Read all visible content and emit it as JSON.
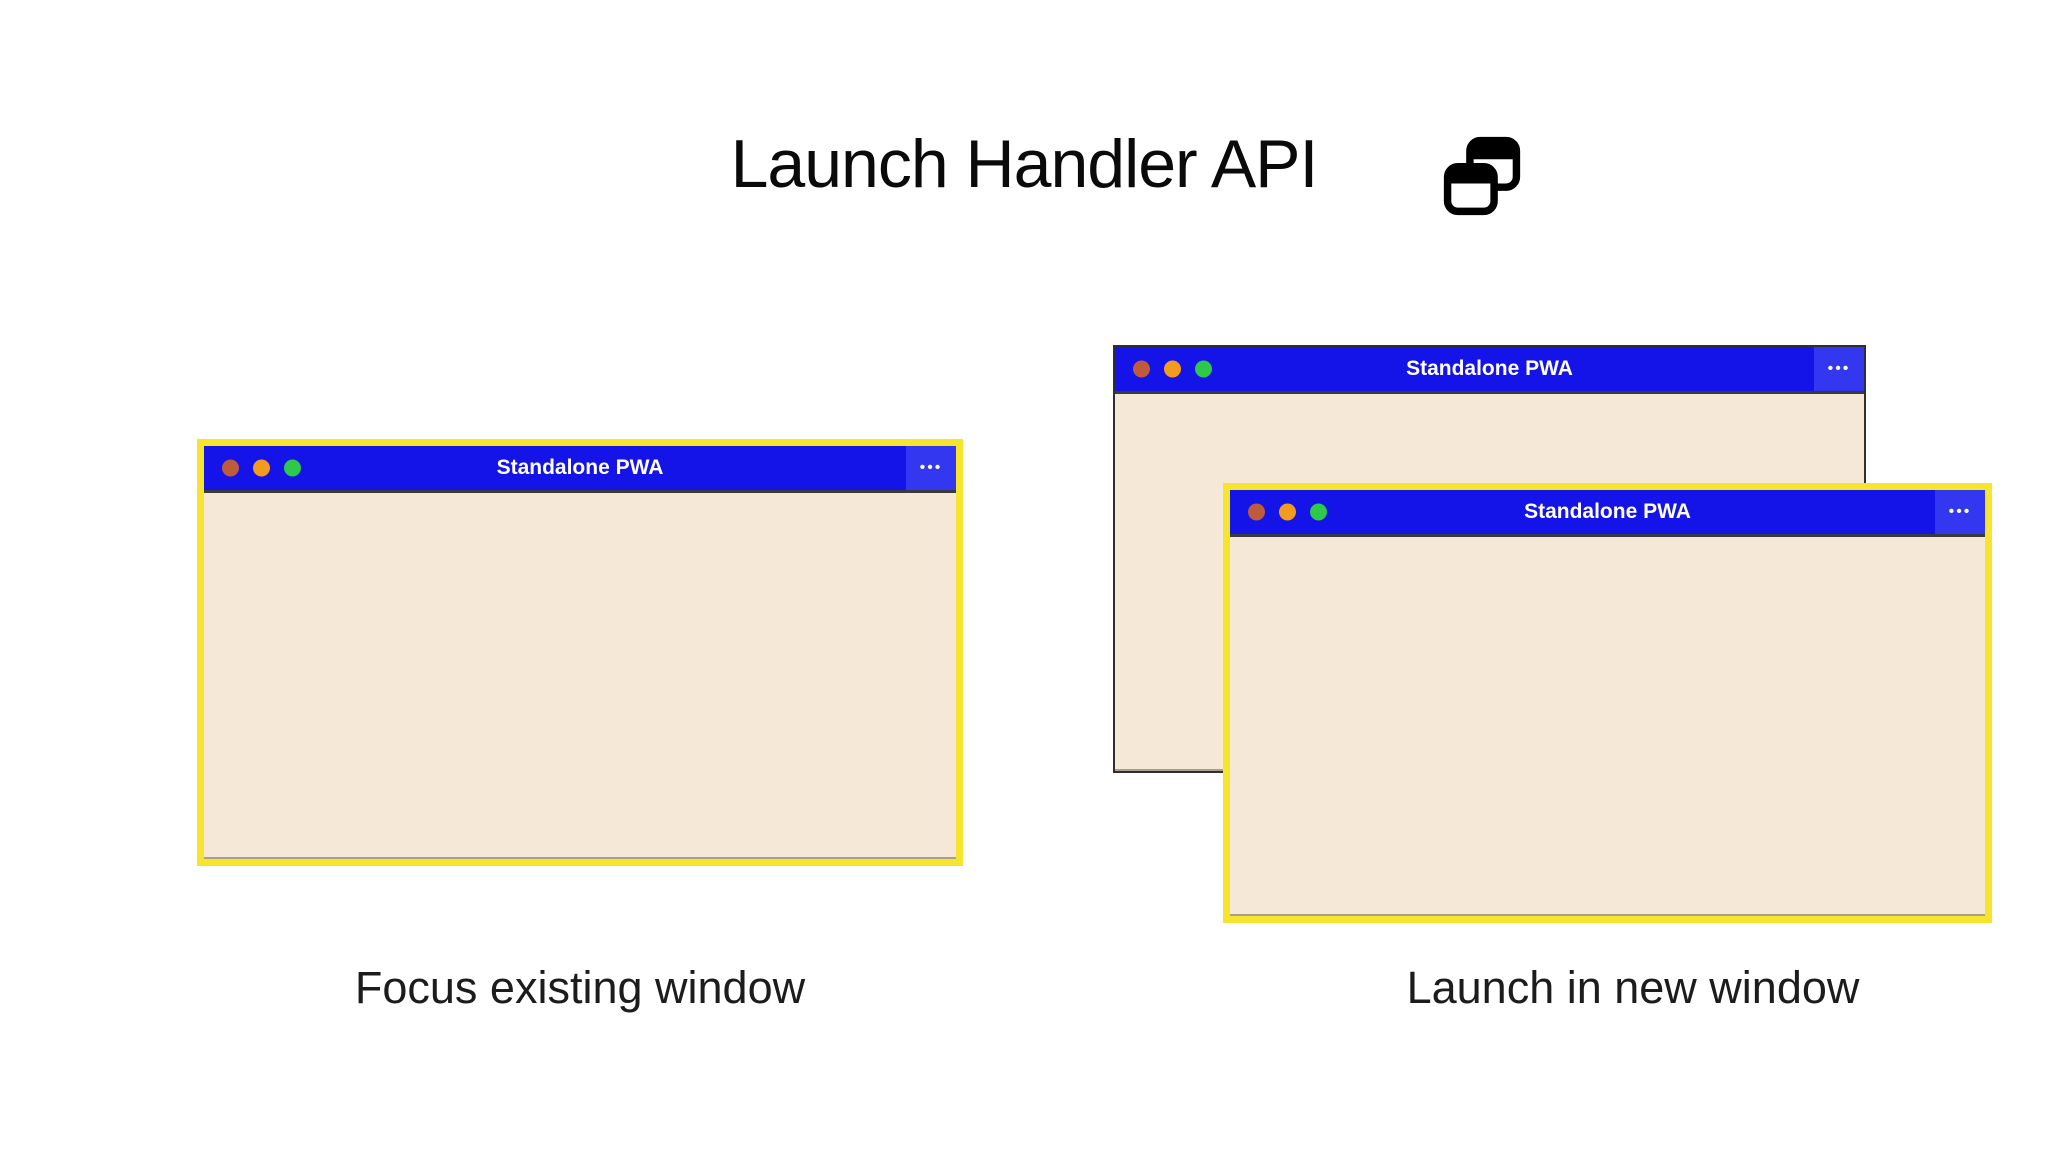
{
  "header": {
    "title": "Launch Handler API",
    "icon": "overlapping-windows-icon"
  },
  "windows": {
    "left": {
      "title": "Standalone PWA",
      "state": "focused"
    },
    "back": {
      "title": "Standalone PWA",
      "state": "background"
    },
    "front": {
      "title": "Standalone PWA",
      "state": "focused"
    }
  },
  "chrome": {
    "menu_glyph": "•••",
    "traffic_lights": [
      "close-dot",
      "minimize-dot",
      "maximize-dot"
    ]
  },
  "captions": {
    "left": "Focus existing window",
    "right": "Launch in new window"
  },
  "colors": {
    "titlebar_blue": "#1414E8",
    "menu_button_blue": "#3338F0",
    "focus_border_yellow": "#F7E42D",
    "window_content_cream": "#F6E8D7",
    "back_window_border": "#2F2F2F",
    "titlebar_underline": "#3A3A3A",
    "content_bottom_line": "#A79E90",
    "dot_red": "#BD5B3C",
    "dot_orange": "#F39B1F",
    "dot_green": "#2EC84A",
    "text_dark": "#0A0A0A"
  }
}
